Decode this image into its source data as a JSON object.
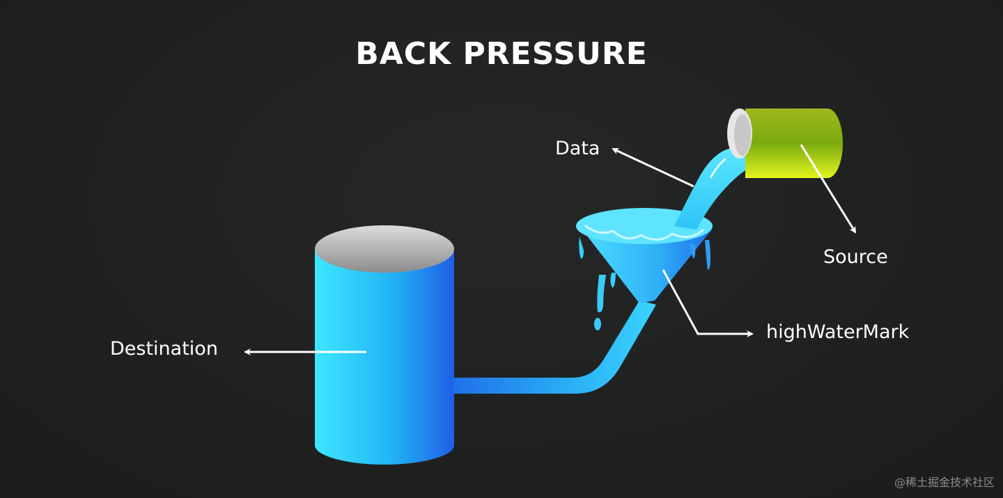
{
  "title": "BACK PRESSURE",
  "labels": {
    "data": "Data",
    "source": "Source",
    "high_water_mark": "highWaterMark",
    "destination": "Destination"
  },
  "watermark": "@稀土掘金技术社区",
  "colors": {
    "background": "#1f2121",
    "water_light": "#3ee6ff",
    "water_dark": "#1f5fe6",
    "source_green": "#c8e614",
    "arrow": "#ffffff"
  }
}
